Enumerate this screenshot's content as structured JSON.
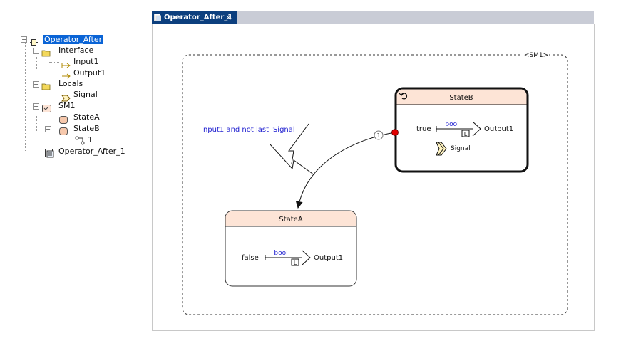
{
  "tree": {
    "root": "Operator_After",
    "interface": "Interface",
    "input1": "Input1",
    "output1": "Output1",
    "locals": "Locals",
    "signal": "Signal",
    "sm1": "SM1",
    "stateA": "StateA",
    "stateB": "StateB",
    "transition": "1",
    "diagram": "Operator_After_1"
  },
  "tab": {
    "title": "Operator_After_1",
    "close": "×"
  },
  "diagram": {
    "sm_label": "<SM1>",
    "stateB": {
      "name": "StateB",
      "value": "true",
      "type": "bool",
      "last": "L",
      "output": "Output1",
      "signal": "Signal"
    },
    "stateA": {
      "name": "StateA",
      "value": "false",
      "type": "bool",
      "last": "L",
      "output": "Output1"
    },
    "transition": {
      "priority": "1",
      "guard": "Input1 and not last 'Signal"
    },
    "colors": {
      "state_header": "#fde4d6",
      "guard_text": "#1f1fd0",
      "type_text": "#1f1fd0",
      "transition_dot": "#e00000",
      "tab_bg": "#0c3f7e",
      "selection": "#0a64d6"
    }
  }
}
